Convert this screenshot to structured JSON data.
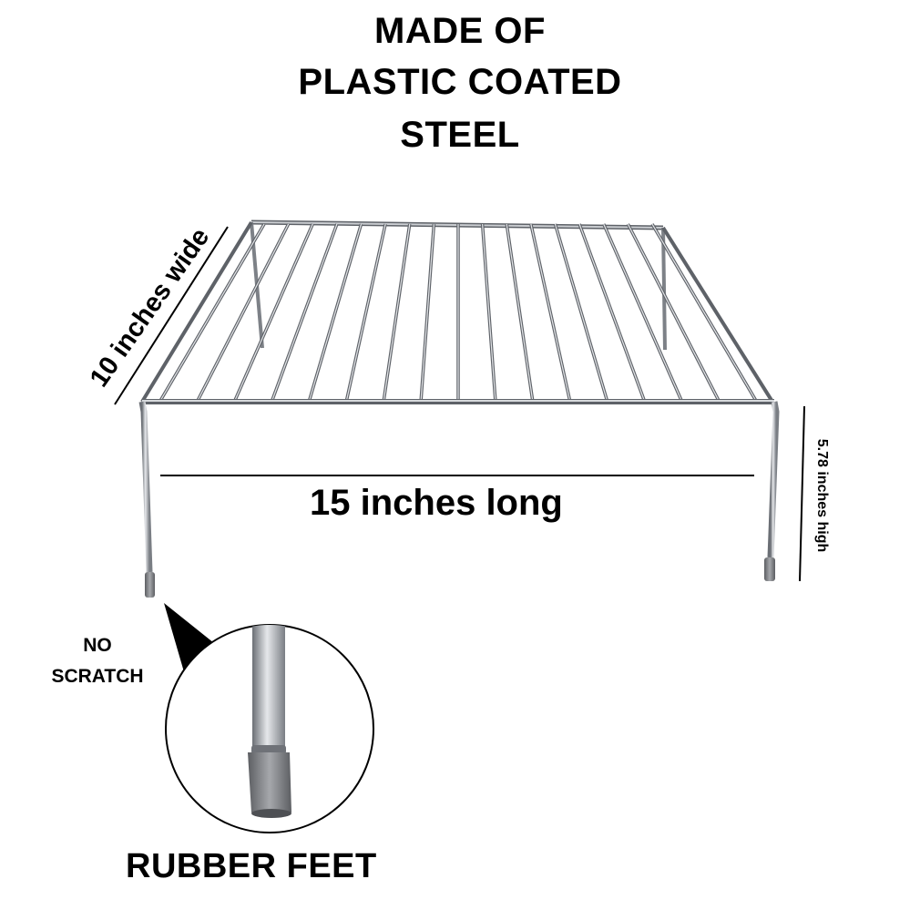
{
  "heading": {
    "line1": "MADE OF",
    "line2": "PLASTIC COATED",
    "line3": "STEEL"
  },
  "dimensions": {
    "wide": "10 inches wide",
    "long": "15 inches long",
    "high": "5.78 inches high"
  },
  "callout": {
    "line1": "NO",
    "line2": "SCRATCH",
    "feet": "RUBBER FEET"
  },
  "colors": {
    "text": "#000000",
    "wire": "#a9adb3",
    "wire_shadow": "#5e6268",
    "rubber": "#8a8c90",
    "background": "#ffffff"
  }
}
